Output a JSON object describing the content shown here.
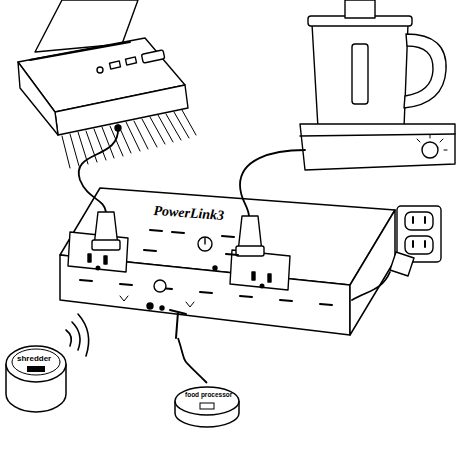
{
  "diagram": {
    "nodes": [
      {
        "text": [
          "PowerLink3"
        ]
      },
      {
        "text": [
          "shredder"
        ]
      },
      {
        "text": [
          "food processor"
        ]
      }
    ],
    "edges": [
      {
        "from": 2,
        "to": 0,
        "arrow": "none"
      }
    ]
  }
}
